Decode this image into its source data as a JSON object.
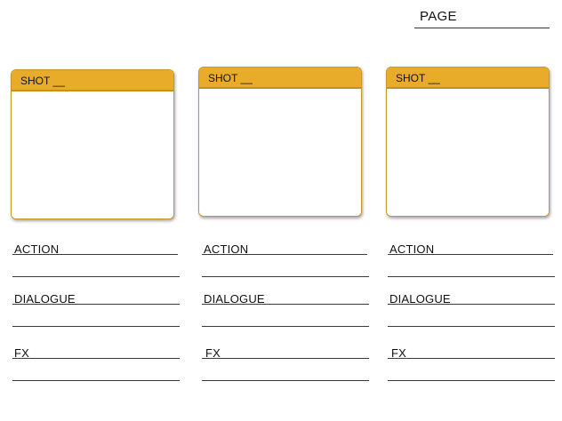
{
  "page": {
    "label": "PAGE"
  },
  "panels": [
    {
      "shot_label": "SHOT __",
      "action_label": "ACTION",
      "dialogue_label": "DIALOGUE",
      "fx_label": "FX"
    },
    {
      "shot_label": "SHOT __",
      "action_label": "ACTION",
      "dialogue_label": "DIALOGUE",
      "fx_label": "FX"
    },
    {
      "shot_label": "SHOT __",
      "action_label": "ACTION",
      "dialogue_label": "DIALOGUE",
      "fx_label": "FX"
    }
  ],
  "colors": {
    "header_fill": "#e9ac2a",
    "frame_border": "#c9962a",
    "rule_color": "#3a3a3a"
  }
}
